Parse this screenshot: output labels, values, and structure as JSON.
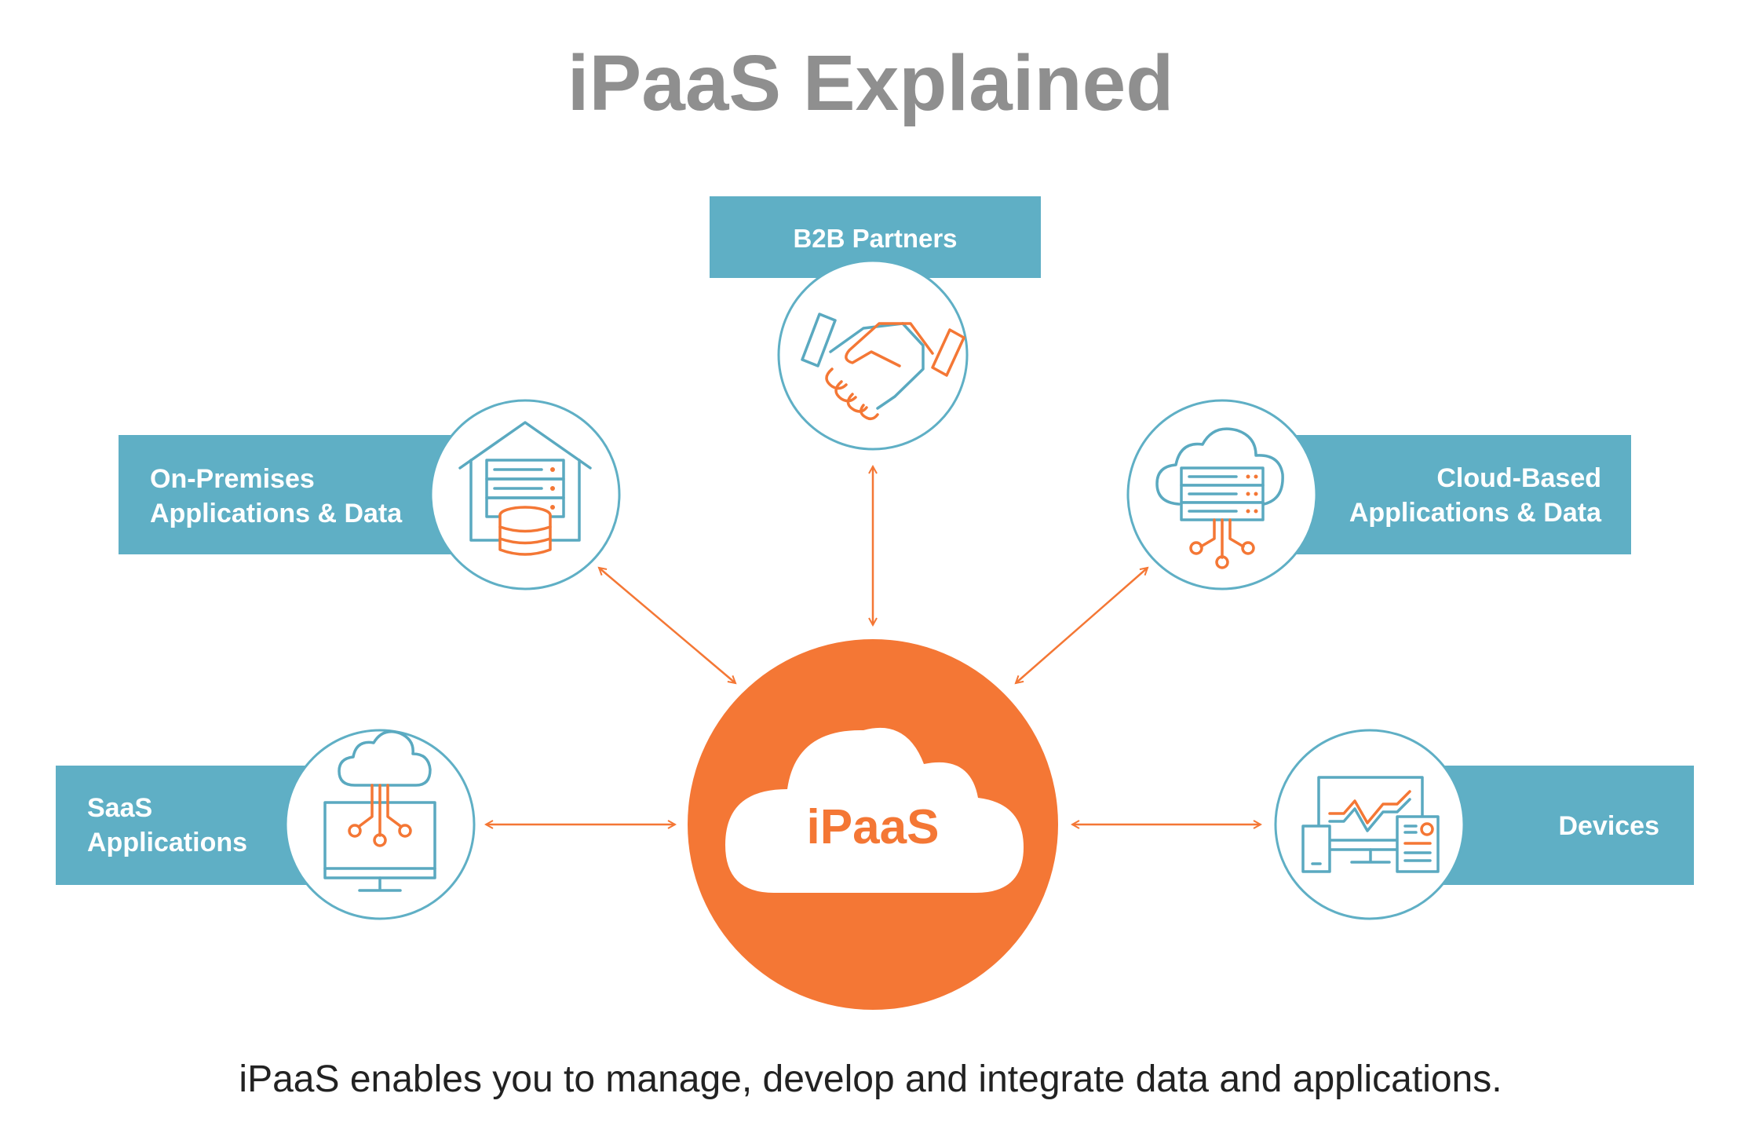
{
  "title": "iPaaS Explained",
  "center": {
    "label": "iPaaS"
  },
  "nodes": {
    "b2b": {
      "label": "B2B Partners"
    },
    "onprem": {
      "label_line1": "On-Premises",
      "label_line2": "Applications & Data"
    },
    "cloud": {
      "label_line1": "Cloud-Based",
      "label_line2": "Applications & Data"
    },
    "saas": {
      "label_line1": "SaaS",
      "label_line2": "Applications"
    },
    "devices": {
      "label": "Devices"
    }
  },
  "caption": "iPaaS enables you to manage, develop and integrate data and applications.",
  "colors": {
    "teal": "#5fafc5",
    "orange": "#f47735",
    "gray_title": "#8f8f8f",
    "icon_teal": "#5aa9c0"
  },
  "icons": {
    "b2b": "handshake-icon",
    "onprem": "warehouse-server-database-icon",
    "cloud": "cloud-server-icon",
    "saas": "cloud-monitor-icon",
    "devices": "multi-device-icon",
    "center": "cloud-icon"
  }
}
